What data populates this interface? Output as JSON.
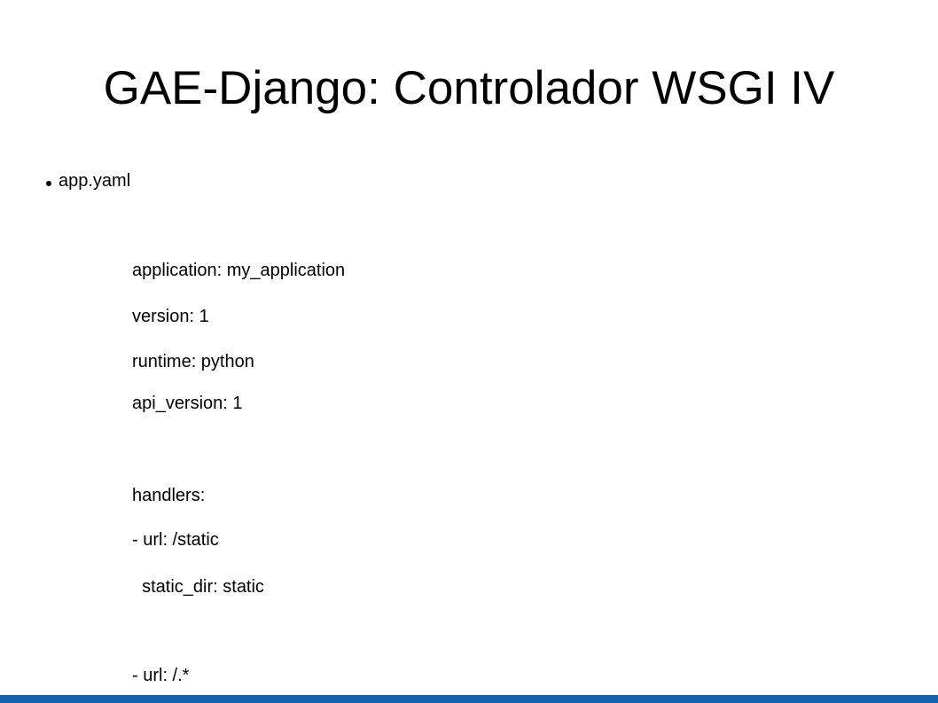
{
  "slide": {
    "title": "GAE-Django: Controlador WSGI IV",
    "bullet": "app.yaml",
    "code_lines": [
      "application: my_application",
      "version: 1",
      "runtime: python",
      "api_version: 1",
      "handlers:",
      "- url: /static",
      "  static_dir: static",
      "- url: /.*"
    ]
  },
  "colors": {
    "accent_bar": "#1565b4",
    "text": "#000000",
    "background": "#ffffff"
  },
  "icons": {
    "bullet": "bullet-dot-icon"
  }
}
